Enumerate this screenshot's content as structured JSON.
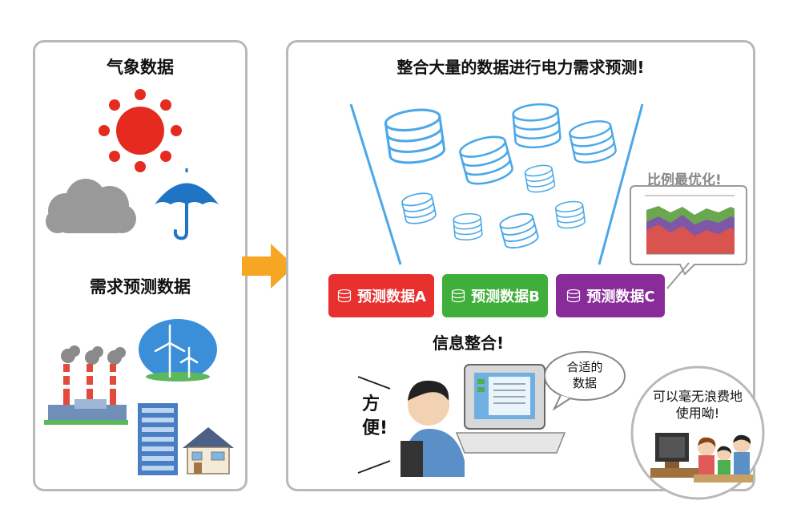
{
  "left": {
    "weather_title": "气象数据",
    "demand_title": "需求预测数据"
  },
  "right": {
    "title": "整合大量的数据进行电力需求预测!",
    "optimize_label": "比例最优化!",
    "badges": [
      {
        "label": "预测数据A",
        "color": "#e8302f"
      },
      {
        "label": "预测数据B",
        "color": "#3fae3a"
      },
      {
        "label": "预测数据C",
        "color": "#8a2b9a"
      }
    ],
    "integrate_label": "信息整合!",
    "convenient_label": "方便!",
    "suitable_bubble": [
      "合适的",
      "数据"
    ],
    "no_waste_bubble": [
      "可以毫无浪费地",
      "使用呦!"
    ]
  },
  "colors": {
    "arrow": "#f6a623",
    "panel_border": "#b9b9b9",
    "database": "#4aa8e8",
    "sun": "#e52b20",
    "umbrella": "#1f74c4",
    "cloud": "#999999"
  },
  "icons": [
    "sun-icon",
    "cloud-icon",
    "umbrella-icon",
    "factory-icon",
    "wind-turbine-icon",
    "office-building-icon",
    "house-icon",
    "database-icon",
    "chart-icon",
    "person-at-computer-icon",
    "family-tv-icon"
  ]
}
